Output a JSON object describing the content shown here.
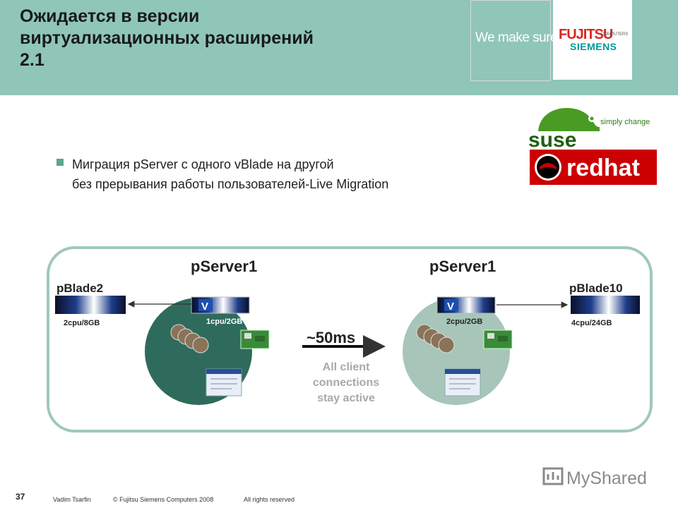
{
  "header": {
    "title_lines": [
      "Ожидается в версии",
      "виртуализационных расширений",
      "2.1"
    ],
    "tagline": "We make sure",
    "brand": {
      "fujitsu": "FUJITSU",
      "computers": "COMPUTERS",
      "siemens": "SIEMENS"
    }
  },
  "logos": {
    "suse_text": "suse",
    "suse_tagline": "simply change",
    "redhat_text": "redhat"
  },
  "bullet": {
    "lines": [
      "Миграция pServer с одного vBlade на другой",
      "без прерывания работы пользователей-Live Migration"
    ]
  },
  "diagram": {
    "left": {
      "title": "pServer1",
      "vblade_spec": "1cpu/2GB",
      "pblade": "pBlade2",
      "pblade_spec": "2cpu/8GB"
    },
    "right": {
      "title": "pServer1",
      "vblade_spec": "2cpu/2GB",
      "pblade": "pBlade10",
      "pblade_spec": "4cpu/24GB"
    },
    "migration_time": "~50ms",
    "note_lines": [
      "All client",
      "connections",
      "stay active"
    ],
    "vblade_letter": "V"
  },
  "footer": {
    "page_number": "37",
    "author": "Vadim Tsarfin",
    "copyright": "© Fujitsu Siemens Computers 2008",
    "rights": "All rights reserved",
    "watermark": "MyShared"
  },
  "colors": {
    "header_bg": "#8fc6b7",
    "left_server": "#2f6b5d",
    "right_server": "#a7c6b9",
    "bullet": "#5aa690",
    "redhat": "#cc0000",
    "suse": "#4a9b24"
  }
}
